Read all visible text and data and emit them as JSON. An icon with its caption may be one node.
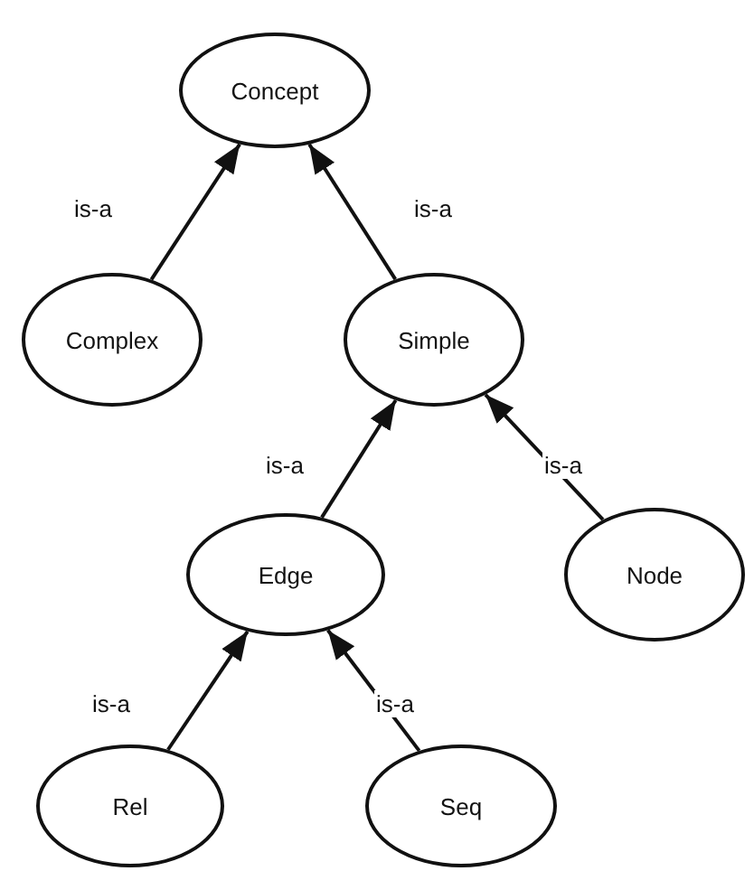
{
  "diagram": {
    "nodes": [
      {
        "text": [
          "Concept"
        ]
      },
      {
        "text": [
          "Complex"
        ]
      },
      {
        "text": [
          "Simple"
        ]
      },
      {
        "text": [
          "Edge"
        ]
      },
      {
        "text": [
          "Node"
        ]
      },
      {
        "text": [
          "Rel"
        ]
      },
      {
        "text": [
          "Seq"
        ]
      }
    ],
    "edges": [
      {
        "from": 1,
        "to": 0,
        "arrow": "to",
        "label": "is-a"
      },
      {
        "from": 2,
        "to": 0,
        "arrow": "to",
        "label": "is-a"
      },
      {
        "from": 3,
        "to": 2,
        "arrow": "to",
        "label": "is-a"
      },
      {
        "from": 4,
        "to": 2,
        "arrow": "to",
        "label": "is-a"
      },
      {
        "from": 5,
        "to": 3,
        "arrow": "to",
        "label": "is-a"
      },
      {
        "from": 6,
        "to": 3,
        "arrow": "to",
        "label": "is-a"
      }
    ]
  }
}
